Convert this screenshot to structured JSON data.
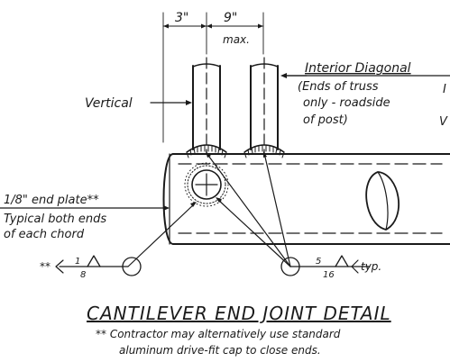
{
  "dimensions": {
    "left": "3\"",
    "right": "9\"",
    "right_note": "max."
  },
  "labels": {
    "vertical": "Vertical",
    "interior_diagonal": "Interior Diagonal",
    "diag_note_1": "(Ends of truss",
    "diag_note_2": "only - roadside",
    "diag_note_3": "of post)",
    "end_plate_1": "1/8\" end plate**",
    "end_plate_2": "Typical both ends",
    "end_plate_3": "of each chord",
    "cut_off_1": "I",
    "cut_off_2": "V"
  },
  "weld_symbols": {
    "left_tail": "**",
    "left_size_num": "1",
    "left_size_den": "8",
    "right_size_num": "5",
    "right_size_den": "16",
    "right_tail": "typ."
  },
  "title": "CANTILEVER END JOINT DETAIL",
  "footnote_1": "** Contractor may alternatively use standard",
  "footnote_2": "aluminum drive-fit cap to close ends."
}
